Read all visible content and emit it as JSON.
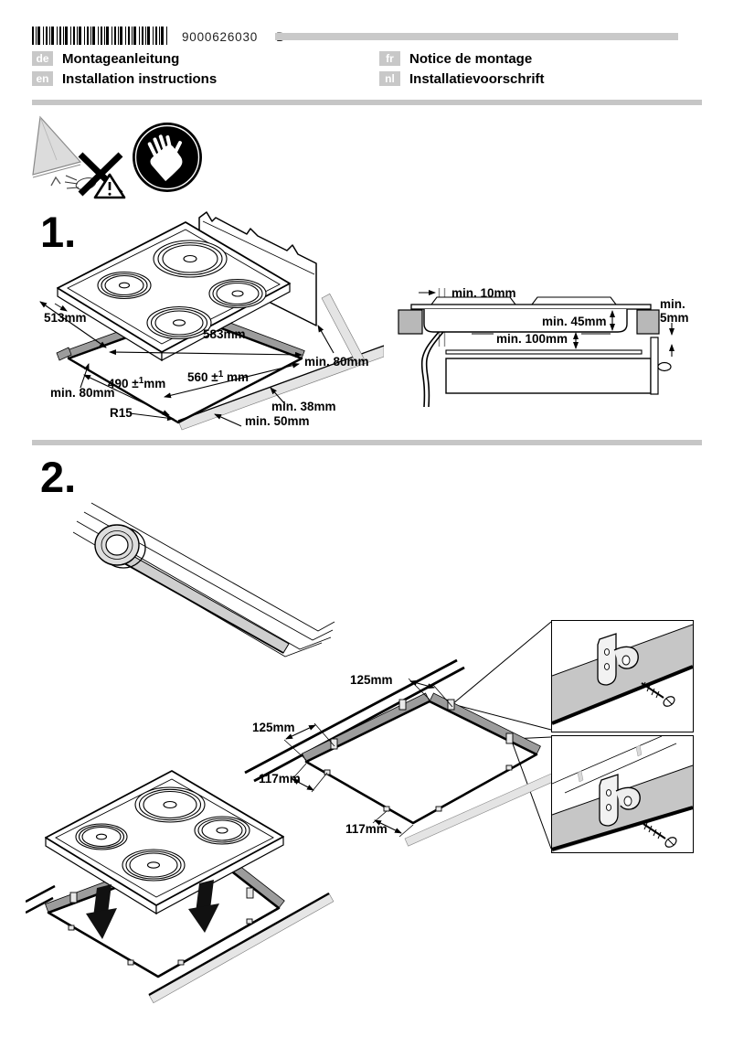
{
  "document": {
    "part_number": "9000626030",
    "revision": "D"
  },
  "header": {
    "languages": [
      {
        "code": "de",
        "title": "Montageanleitung"
      },
      {
        "code": "en",
        "title": "Installation instructions"
      },
      {
        "code": "fr",
        "title": "Notice de montage"
      },
      {
        "code": "nl",
        "title": "Installatievoorschrift"
      }
    ]
  },
  "safety_icons": [
    {
      "name": "glass-breakage-no-leaning-warning"
    },
    {
      "name": "wear-protective-gloves"
    }
  ],
  "step1": {
    "number": "1.",
    "plan_view": {
      "hob_depth": "513mm",
      "hob_width": "583mm",
      "cutout_width": {
        "value": "560 ±",
        "sup": "1",
        "unit": " mm"
      },
      "cutout_depth": {
        "value": "490 ±",
        "sup": "1",
        "unit": "mm"
      },
      "clearance_right": "min. 80mm",
      "clearance_left": "min. 80mm",
      "corner_radius": "R15",
      "front_distance": "min. 38mm",
      "front_edge": "min. 50mm"
    },
    "section_view": {
      "cable_clearance": "min. 10mm",
      "hob_height": "min. 45mm",
      "clearance_below": "min. 100mm",
      "rear_gap_line1": "min.",
      "rear_gap_line2": "5mm"
    }
  },
  "step2": {
    "number": "2.",
    "cutout_view": {
      "clip_spacing_top": "125mm",
      "clip_spacing_left": "125mm",
      "clip_spacing_side": "117mm",
      "clip_spacing_bottom": "117mm"
    }
  },
  "colors": {
    "divider": "#c6c6c6",
    "language_tag": "#c8c8c8",
    "tape_dark": "#9c9c9c",
    "counter_edge_light": "#e4e4e4",
    "inset_band": "#c6c6c6"
  }
}
